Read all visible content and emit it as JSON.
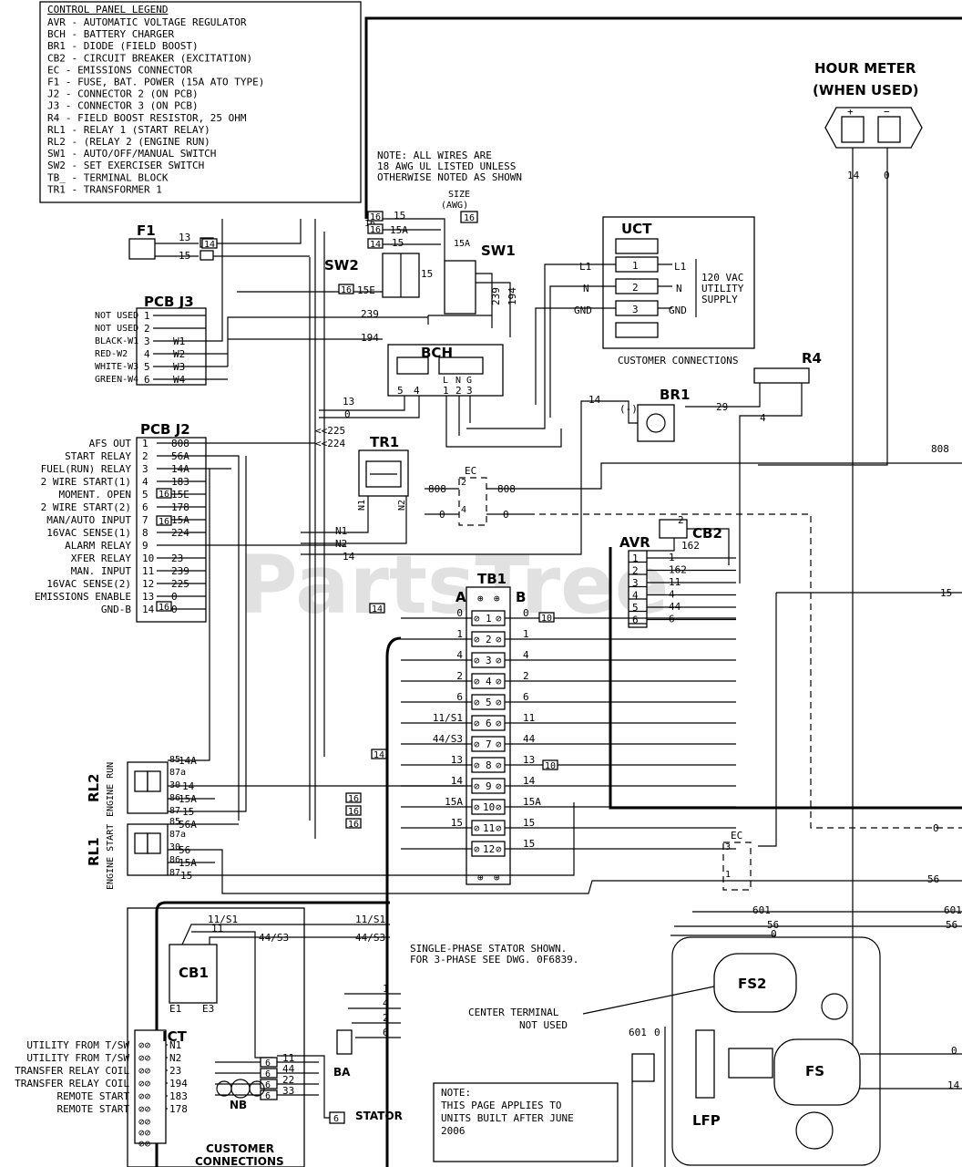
{
  "legend": {
    "title": "CONTROL PANEL LEGEND",
    "items": [
      "AVR - AUTOMATIC VOLTAGE REGULATOR",
      "BCH - BATTERY CHARGER",
      "BR1 - DIODE (FIELD BOOST)",
      "CB2 - CIRCUIT BREAKER (EXCITATION)",
      "EC - EMISSIONS CONNECTOR",
      "F1 - FUSE, BAT. POWER (15A ATO TYPE)",
      "J2 - CONNECTOR 2 (ON PCB)",
      "J3 - CONNECTOR 3 (ON PCB)",
      "R4 - FIELD BOOST RESISTOR, 25 OHM",
      "RL1 - RELAY 1 (START RELAY)",
      "RL2 - (RELAY 2 (ENGINE RUN)",
      "SW1 - AUTO/OFF/MANUAL SWITCH",
      "SW2 - SET EXERCISER SWITCH",
      "TB_ - TERMINAL BLOCK",
      "TR1 - TRANSFORMER 1"
    ]
  },
  "note_wires": [
    "NOTE: ALL WIRES ARE",
    "18 AWG UL LISTED UNLESS",
    "OTHERWISE NOTED AS SHOWN"
  ],
  "size_label": [
    "SIZE",
    "(AWG)"
  ],
  "hour_meter": {
    "title": [
      "HOUR METER",
      "(WHEN USED)"
    ],
    "wires": [
      "14",
      "0"
    ],
    "plus": "+",
    "minus": "−"
  },
  "f1": {
    "label": "F1",
    "wires": [
      "13",
      "15"
    ]
  },
  "sw2": {
    "label": "SW2",
    "wires": [
      "16",
      "15",
      "15E"
    ]
  },
  "sw1": {
    "label": "SW1",
    "wires": [
      "15A",
      "15",
      "239",
      "194"
    ]
  },
  "uct": {
    "label": "UCT",
    "terminals": [
      "1",
      "2",
      "3"
    ],
    "wires": [
      "L1",
      "N",
      "GND"
    ],
    "side": [
      "L1",
      "N",
      "GND"
    ],
    "supply": [
      "120 VAC",
      "UTILITY",
      "SUPPLY"
    ],
    "caption": "CUSTOMER CONNECTIONS"
  },
  "r4": {
    "label": "R4",
    "wires": [
      "29",
      "4"
    ]
  },
  "br1": {
    "label": "BR1",
    "minus": "(-)",
    "wires": [
      "14",
      "29"
    ]
  },
  "bch": {
    "label": "BCH",
    "pins": [
      "L",
      "N",
      "G"
    ],
    "wires_left": [
      "5",
      "4"
    ],
    "wires_right": [
      "1",
      "2",
      "3"
    ]
  },
  "pcb_j3": {
    "label": "PCB J3",
    "pins": [
      {
        "name": "NOT USED",
        "pin": "1",
        "wire": ""
      },
      {
        "name": "NOT USED",
        "pin": "2",
        "wire": ""
      },
      {
        "name": "BLACK-W1",
        "pin": "3",
        "wire": "W1"
      },
      {
        "name": "RED-W2",
        "pin": "4",
        "wire": "W2"
      },
      {
        "name": "WHITE-W3",
        "pin": "5",
        "wire": "W3"
      },
      {
        "name": "GREEN-W4",
        "pin": "6",
        "wire": "W4"
      }
    ],
    "mid_wires": [
      "239",
      "194",
      "13",
      "0"
    ]
  },
  "pcb_j2": {
    "label": "PCB J2",
    "pins": [
      {
        "name": "AFS OUT",
        "pin": "1",
        "wire": "808"
      },
      {
        "name": "START RELAY",
        "pin": "2",
        "wire": "56A"
      },
      {
        "name": "FUEL(RUN) RELAY",
        "pin": "3",
        "wire": "14A"
      },
      {
        "name": "2 WIRE START(1)",
        "pin": "4",
        "wire": "183"
      },
      {
        "name": "MOMENT. OPEN",
        "pin": "5",
        "wire": "15E"
      },
      {
        "name": "2 WIRE START(2)",
        "pin": "6",
        "wire": "178"
      },
      {
        "name": "MAN/AUTO INPUT",
        "pin": "7",
        "wire": "15A"
      },
      {
        "name": "16VAC SENSE(1)",
        "pin": "8",
        "wire": "224"
      },
      {
        "name": "ALARM RELAY",
        "pin": "9",
        "wire": ""
      },
      {
        "name": "XFER RELAY",
        "pin": "10",
        "wire": "23"
      },
      {
        "name": "MAN. INPUT",
        "pin": "11",
        "wire": "239"
      },
      {
        "name": "16VAC SENSE(2)",
        "pin": "12",
        "wire": "225"
      },
      {
        "name": "EMISSIONS ENABLE",
        "pin": "13",
        "wire": "0"
      },
      {
        "name": "GND-B",
        "pin": "14",
        "wire": "0"
      }
    ],
    "connector_wires": [
      "<<225",
      "<<224"
    ]
  },
  "tr1": {
    "label": "TR1",
    "taps": [
      "N1",
      "N2"
    ],
    "wires": [
      "N1",
      "N2",
      "14"
    ]
  },
  "ec_top": {
    "label": "EC",
    "pins": [
      "2",
      "4"
    ],
    "wires": [
      "808",
      "808",
      "0",
      "0"
    ]
  },
  "ec_bottom": {
    "label": "EC",
    "pins": [
      "3",
      "1"
    ],
    "wires": [
      "56"
    ]
  },
  "right_wires": [
    "808",
    "15",
    "0",
    "56",
    "601",
    "56",
    "0",
    "14"
  ],
  "cb2": {
    "label": "CB2",
    "wires": [
      "2",
      "162"
    ]
  },
  "avr": {
    "label": "AVR",
    "pins": [
      {
        "pin": "1",
        "wire": "1"
      },
      {
        "pin": "2",
        "wire": "162"
      },
      {
        "pin": "3",
        "wire": "11"
      },
      {
        "pin": "4",
        "wire": "4"
      },
      {
        "pin": "5",
        "wire": "44"
      },
      {
        "pin": "6",
        "wire": "6"
      }
    ]
  },
  "tb1": {
    "label": "TB1",
    "side_a": "A",
    "side_b": "B",
    "terminals": [
      {
        "n": "1",
        "left": "0",
        "right": "0"
      },
      {
        "n": "2",
        "left": "1",
        "right": "1"
      },
      {
        "n": "3",
        "left": "4",
        "right": "4"
      },
      {
        "n": "4",
        "left": "2",
        "right": "2"
      },
      {
        "n": "5",
        "left": "6",
        "right": "6"
      },
      {
        "n": "6",
        "left": "11/S1",
        "right": "11"
      },
      {
        "n": "7",
        "left": "44/S3",
        "right": "44"
      },
      {
        "n": "8",
        "left": "13",
        "right": "13"
      },
      {
        "n": "9",
        "left": "14",
        "right": "14"
      },
      {
        "n": "10",
        "left": "15A",
        "right": "15A"
      },
      {
        "n": "11",
        "left": "15",
        "right": "15"
      },
      {
        "n": "12",
        "left": "",
        "right": "15"
      }
    ]
  },
  "rl2": {
    "label": "RL2",
    "sub": "ENGINE RUN",
    "wires": [
      "14A",
      "14",
      "15A",
      "15"
    ],
    "pins": [
      "85",
      "87a",
      "30",
      "86",
      "87"
    ]
  },
  "rl1": {
    "label": "RL1",
    "sub": "ENGINE START",
    "wires": [
      "56A",
      "56",
      "15A",
      "15"
    ],
    "pins": [
      "85",
      "87a",
      "30",
      "86",
      "87"
    ]
  },
  "gauge_tags": [
    "16",
    "16",
    "14",
    "16",
    "14",
    "10",
    "14",
    "10",
    "16",
    "16",
    "16",
    "14",
    "16",
    "16",
    "16"
  ],
  "stator_note": [
    "SINGLE-PHASE STATOR SHOWN.",
    "FOR 3-PHASE SEE DWG.  0F6839."
  ],
  "cb1": {
    "label": "CB1",
    "terminals": [
      "E1",
      "E3"
    ],
    "wires": [
      "11/S1",
      "11",
      "44/S3"
    ]
  },
  "ict": {
    "label": "ICT",
    "rows": [
      {
        "name": "UTILITY FROM T/SW",
        "wire": "N1"
      },
      {
        "name": "UTILITY FROM T/SW",
        "wire": "N2"
      },
      {
        "name": "TRANSFER RELAY COIL",
        "wire": "23"
      },
      {
        "name": "TRANSFER RELAY COIL",
        "wire": "194"
      },
      {
        "name": "REMOTE START",
        "wire": "183"
      },
      {
        "name": "REMOTE START",
        "wire": "178"
      }
    ],
    "caption": [
      "CUSTOMER",
      "CONNECTIONS"
    ]
  },
  "stator": {
    "label": "STATOR",
    "wires": [
      "11",
      "44",
      "22",
      "33"
    ],
    "tag": "6"
  },
  "ba": {
    "label": "BA",
    "wires": [
      "1",
      "4",
      "2",
      "6"
    ]
  },
  "nb": {
    "label": "NB"
  },
  "fuel": {
    "fs2": "FS2",
    "fs": "FS",
    "lfp": "LFP",
    "center": [
      "CENTER TERMINAL",
      "NOT USED"
    ],
    "wires": [
      "601",
      "0"
    ]
  },
  "page_note": [
    "NOTE:",
    "THIS PAGE APPLIES TO",
    "UNITS BUILT AFTER JUNE",
    "2006"
  ],
  "watermark": "PartsTree"
}
